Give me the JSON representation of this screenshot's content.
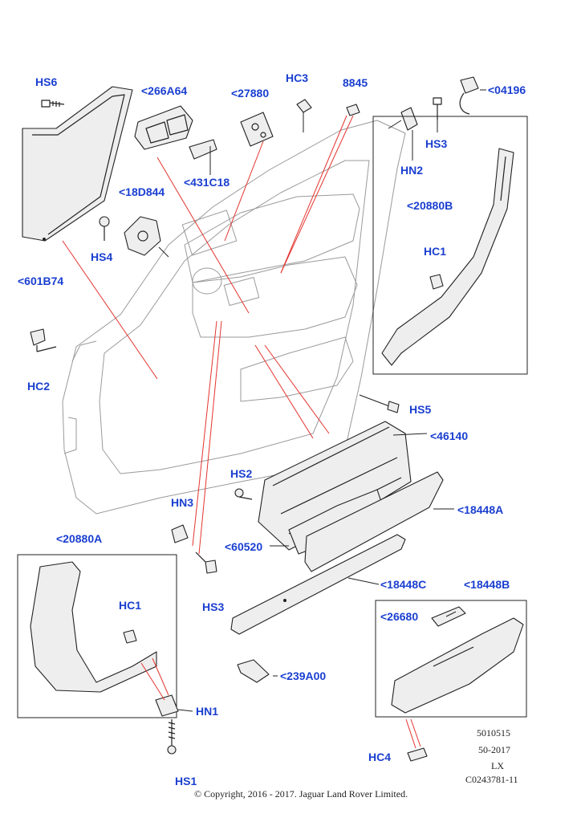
{
  "callouts": {
    "hs6": "HS6",
    "p266a64": "<266A64",
    "p27880": "<27880",
    "hc3_top": "HC3",
    "p8845": "8845",
    "p04196": "<04196",
    "hs3_top": "HS3",
    "hn2": "HN2",
    "p431c18": "<431C18",
    "p18d844": "<18D844",
    "p20880b": "<20880B",
    "hs4": "HS4",
    "hc1_right": "HC1",
    "p601b74": "<601B74",
    "hc2": "HC2",
    "hs5": "HS5",
    "p46140": "<46140",
    "hs2": "HS2",
    "p18448a": "<18448A",
    "hn3": "HN3",
    "p60520": "<60520",
    "p20880a": "<20880A",
    "p18448c": "<18448C",
    "p18448b": "<18448B",
    "hs3_bottom": "HS3",
    "hc1_left": "HC1",
    "p26680": "<26680",
    "p239a00": "<239A00",
    "hn1": "HN1",
    "hs1": "HS1",
    "hc4": "HC4"
  },
  "meta": {
    "line1": "5010515",
    "line2": "50-2017",
    "line3": "LX",
    "line4": "C0243781-11"
  },
  "copyright": "© Copyright, 2016 - 2017. Jaguar Land Rover Limited.",
  "colors": {
    "callout": "#1a3fd0",
    "leader": "#e3342f",
    "outline": "#222222",
    "ghost": "#9a9a9a"
  }
}
